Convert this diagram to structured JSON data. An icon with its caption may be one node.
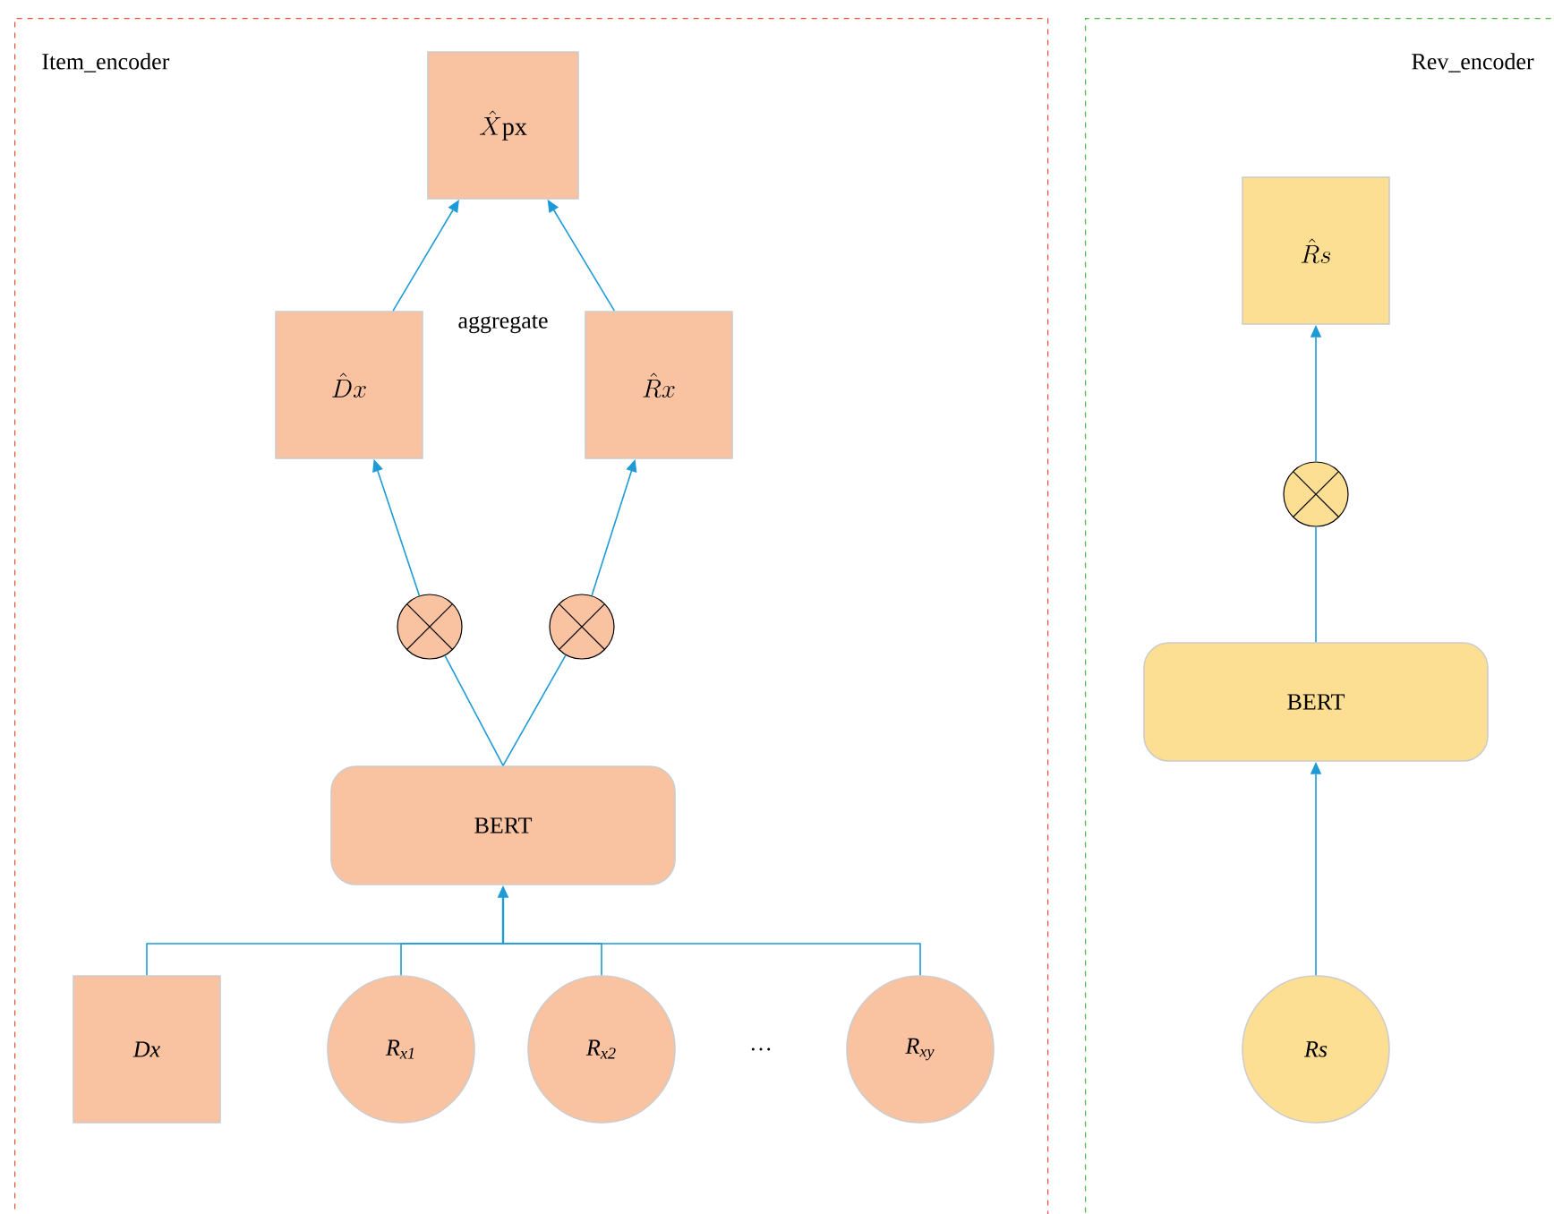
{
  "diagram": {
    "nodes": [
      {
        "text": [
          "Item_encoder"
        ]
      },
      {
        "text": [
          "\\hat{X}\\mathrm{px}"
        ],
        "in": 0
      },
      {
        "text": [
          "\\hat{D}x"
        ],
        "in": 0
      },
      {
        "text": [
          "\\hat{R}x"
        ],
        "in": 0
      },
      {
        "text": [],
        "shape": "circle",
        "in": 0
      },
      {
        "text": [],
        "shape": "circle",
        "in": 0
      },
      {
        "text": [
          "BERT"
        ],
        "in": 0
      },
      {
        "text": [
          "Dx"
        ],
        "in": 0
      },
      {
        "text": [
          "R$_{x1}$"
        ],
        "in": 0
      },
      {
        "text": [
          "R$_{x2}$"
        ],
        "in": 0
      },
      {
        "text": [
          "R$_{xy}$"
        ],
        "in": 0
      },
      {
        "text": [
          "Rev_encoder"
        ]
      },
      {
        "text": [
          "\\hat{R}s"
        ],
        "in": 11
      },
      {
        "text": [],
        "shape": "circle",
        "in": 11
      },
      {
        "text": [
          "BERT"
        ],
        "in": 11
      },
      {
        "text": [
          "Rs"
        ],
        "in": 11
      }
    ],
    "edges": [
      {
        "from": 2,
        "to": 1,
        "arrow": "to"
      },
      {
        "from": 3,
        "to": 1,
        "arrow": "to"
      },
      {
        "from": 4,
        "to": 2,
        "arrow": "to"
      },
      {
        "from": 5,
        "to": 3,
        "arrow": "to"
      },
      {
        "from": 6,
        "to": 4,
        "arrow": "none"
      },
      {
        "from": 6,
        "to": 5,
        "arrow": "none"
      },
      {
        "from": 7,
        "to": 6,
        "arrow": "to"
      },
      {
        "from": 8,
        "to": 6,
        "arrow": "to"
      },
      {
        "from": 9,
        "to": 6,
        "arrow": "to"
      },
      {
        "from": 10,
        "to": 6,
        "arrow": "to"
      },
      {
        "from": 13,
        "to": 12,
        "arrow": "to"
      },
      {
        "from": 14,
        "to": 13,
        "arrow": "none"
      },
      {
        "from": 15,
        "to": 14,
        "arrow": "to"
      }
    ],
    "labels": [
      "aggregate",
      "…"
    ]
  }
}
